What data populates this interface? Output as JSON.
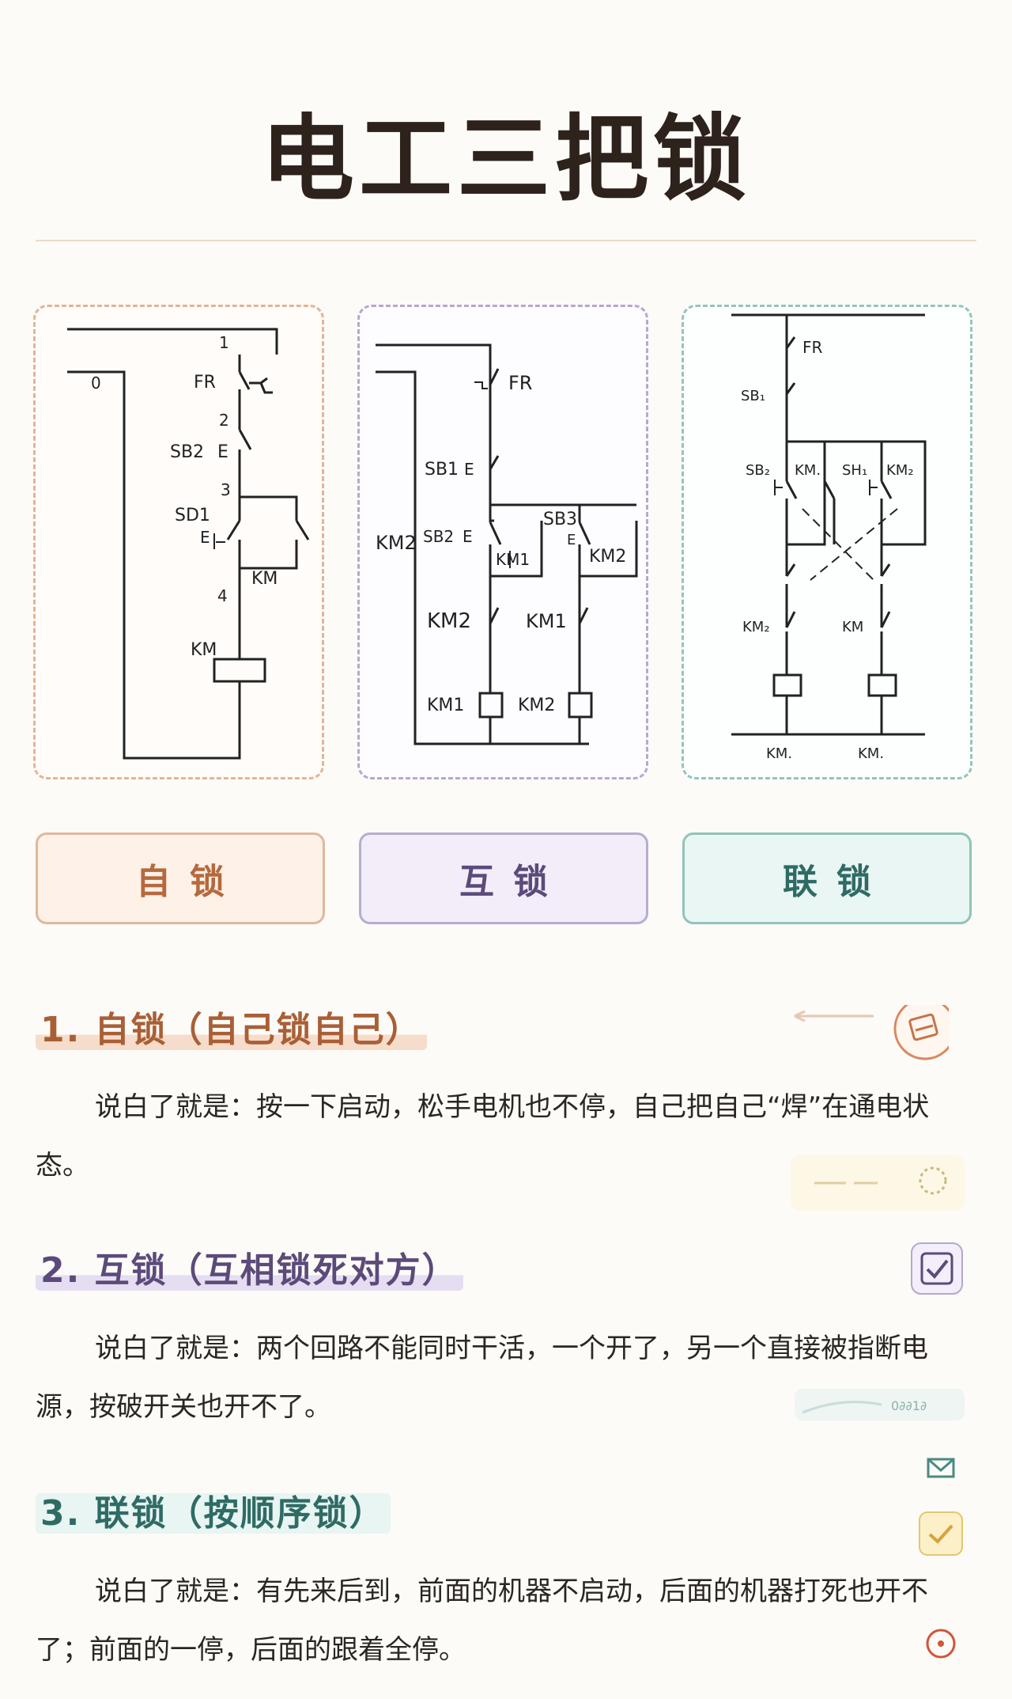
{
  "page": {
    "title": "电工三把锁"
  },
  "colors": {
    "accent_orange": "#b5693d",
    "accent_purple": "#5b4a7a",
    "accent_teal": "#2f6b65"
  },
  "diagrams": {
    "self_lock": {
      "labels": {
        "n1": "1",
        "n0": "0",
        "fr": "FR",
        "n2": "2",
        "sb2": "SB2",
        "sb2e": "E",
        "n3": "3",
        "sd1": "SD1",
        "sd1e": "E",
        "km_contact": "KM",
        "n4": "4",
        "km_coil": "KM"
      }
    },
    "interlock": {
      "labels": {
        "fr": "FR",
        "sb1": "SB1",
        "sb1e": "E",
        "km2_left": "KM2",
        "sb2": "SB2",
        "sb2e": "E",
        "sb3": "SB3",
        "sb3e": "E",
        "km1_box": "KM1",
        "km2_box": "KM2",
        "km2_nc": "KM2",
        "km1_nc": "KM1",
        "km1_coil": "KM1",
        "km2_coil": "KM2"
      }
    },
    "chain_lock": {
      "labels": {
        "fr": "FR",
        "sb1": "SB₁",
        "sb2": "SB₂",
        "km_a": "KM.",
        "sh1": "SH₁",
        "km2": "KM₂",
        "km2_nc": "KM₂",
        "km_nc": "KM",
        "km_bot1": "KM.",
        "km_bot2": "KM."
      }
    }
  },
  "labels": [
    "自锁",
    "互锁",
    "联锁"
  ],
  "sections": [
    {
      "heading": "1. 自锁（自己锁自己）",
      "text": "说白了就是：按一下启动，松手电机也不停，自己把自己“焊”在通电状态。"
    },
    {
      "heading": "2. 互锁（互相锁死对方）",
      "text": "说白了就是：两个回路不能同时干活，一个开了，另一个直接被指断电源，按破开关也开不了。"
    },
    {
      "heading": "3. 联锁（按顺序锁）",
      "text": "说白了就是：有先来后到，前面的机器不启动，后面的机器打死也开不了；前面的一停，后面的跟着全停。"
    }
  ],
  "decor": {
    "wave_text": "0∂∂1∂"
  }
}
